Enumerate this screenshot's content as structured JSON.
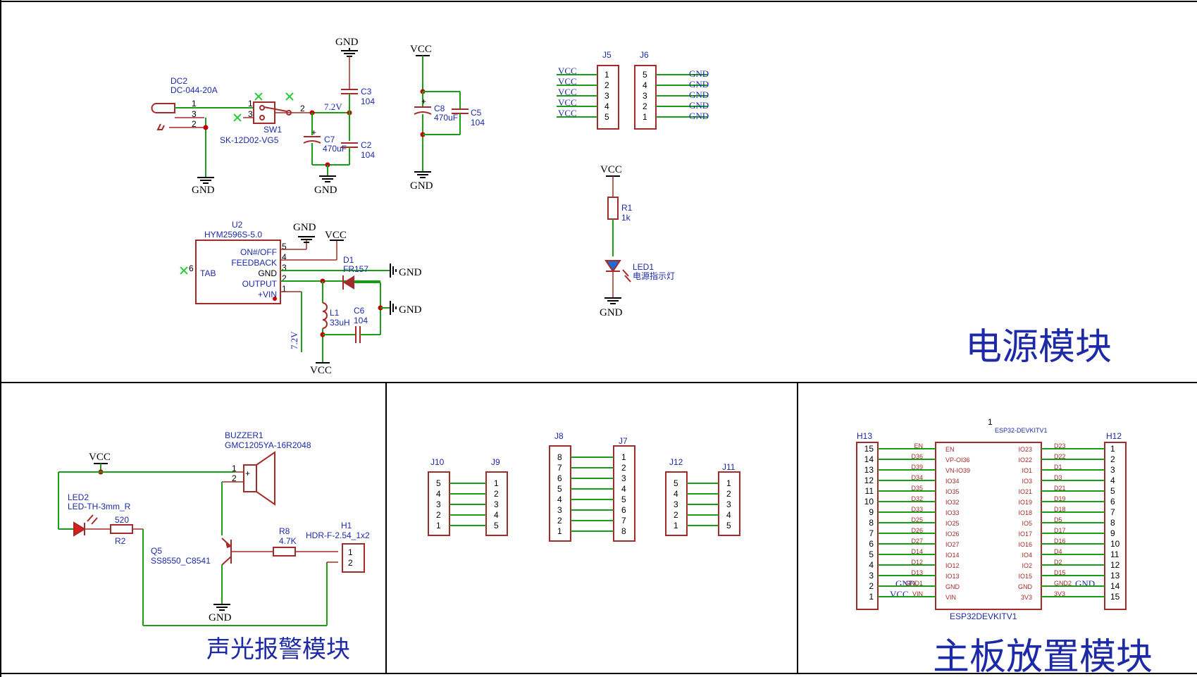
{
  "titles": {
    "power": "电源模块",
    "alarm": "声光报警模块",
    "board": "主板放置模块"
  },
  "power_labels": {
    "vcc": "VCC",
    "gnd": "GND",
    "net_72v": "7.2V"
  },
  "dc2": {
    "ref": "DC2",
    "value": "DC-044-20A",
    "pins": [
      "1",
      "3",
      "2"
    ]
  },
  "sw1": {
    "ref": "SW1",
    "value": "SK-12D02-VG5",
    "pins": [
      "1",
      "3",
      "2"
    ]
  },
  "c3": {
    "ref": "C3",
    "value": "104"
  },
  "c2": {
    "ref": "C2",
    "value": "104"
  },
  "c7": {
    "ref": "C7",
    "value": "470uF"
  },
  "c8": {
    "ref": "C8",
    "value": "470uF"
  },
  "c5": {
    "ref": "C5",
    "value": "104"
  },
  "c6": {
    "ref": "C6",
    "value": "104"
  },
  "j5": {
    "ref": "J5",
    "pins": [
      "1",
      "2",
      "3",
      "4",
      "5"
    ],
    "net": "VCC"
  },
  "j6": {
    "ref": "J6",
    "pins": [
      "5",
      "4",
      "3",
      "2",
      "1"
    ],
    "net": "GND"
  },
  "r1": {
    "ref": "R1",
    "value": "1k"
  },
  "led1": {
    "ref": "LED1",
    "value": "电源指示灯"
  },
  "u2": {
    "ref": "U2",
    "value": "HYM2596S-5.0",
    "pins": [
      {
        "name": "ON#/OFF",
        "num": "5"
      },
      {
        "name": "FEEDBACK",
        "num": "4"
      },
      {
        "name": "GND",
        "num": "3"
      },
      {
        "name": "OUTPUT",
        "num": "2"
      },
      {
        "name": "+VIN",
        "num": "1"
      }
    ],
    "tab_name": "TAB",
    "tab_num": "6"
  },
  "d1": {
    "ref": "D1",
    "value": "FR157"
  },
  "l1": {
    "ref": "L1",
    "value": "33uH"
  },
  "buzzer1": {
    "ref": "BUZZER1",
    "value": "GMC1205YA-16R2048",
    "pins": [
      "1",
      "2"
    ],
    "plus": "+"
  },
  "led2": {
    "ref": "LED2",
    "value": "LED-TH-3mm_R"
  },
  "r2": {
    "ref": "R2",
    "value": "520"
  },
  "q5": {
    "ref": "Q5",
    "value": "SS8550_C8541"
  },
  "r8": {
    "ref": "R8",
    "value": "4.7K"
  },
  "h1": {
    "ref": "H1",
    "value": "HDR-F-2.54_1x2",
    "pins": [
      "1",
      "2"
    ]
  },
  "j10": {
    "ref": "J10",
    "pins": [
      "5",
      "4",
      "3",
      "2",
      "1"
    ]
  },
  "j9": {
    "ref": "J9",
    "pins": [
      "1",
      "2",
      "3",
      "4",
      "5"
    ]
  },
  "j8": {
    "ref": "J8",
    "pins": [
      "8",
      "7",
      "6",
      "5",
      "4",
      "3",
      "2",
      "1"
    ]
  },
  "j7": {
    "ref": "J7",
    "pins": [
      "1",
      "2",
      "3",
      "4",
      "5",
      "6",
      "7",
      "8"
    ]
  },
  "j12": {
    "ref": "J12",
    "pins": [
      "5",
      "4",
      "3",
      "2",
      "1"
    ]
  },
  "j11": {
    "ref": "J11",
    "pins": [
      "1",
      "2",
      "3",
      "4",
      "5"
    ]
  },
  "h13": {
    "ref": "H13",
    "pins": [
      "15",
      "14",
      "13",
      "12",
      "11",
      "10",
      "9",
      "8",
      "7",
      "6",
      "5",
      "4",
      "3",
      "2",
      "1"
    ]
  },
  "h12": {
    "ref": "H12",
    "pins": [
      "1",
      "2",
      "3",
      "4",
      "5",
      "6",
      "7",
      "8",
      "9",
      "10",
      "11",
      "12",
      "13",
      "14",
      "15"
    ]
  },
  "esp32": {
    "ref": "1",
    "value": "ESP32DEVKITV1",
    "tag": "ESP32-DEVKITV1",
    "left_outer": [
      "EN",
      "D36",
      "D39",
      "D34",
      "D35",
      "D32",
      "D33",
      "D25",
      "D26",
      "D27",
      "D14",
      "D12",
      "D13",
      "GND1",
      "VIN"
    ],
    "left_inner": [
      "EN",
      "VP-OI36",
      "VN-IO39",
      "IO34",
      "IO35",
      "IO32",
      "IO33",
      "IO25",
      "IO26",
      "IO27",
      "IO14",
      "IO12",
      "IO13",
      "GND",
      "VIN"
    ],
    "right_inner": [
      "IO23",
      "IO22",
      "IO1",
      "IO3",
      "IO21",
      "IO19",
      "IO18",
      "IO5",
      "IO17",
      "IO16",
      "IO4",
      "IO2",
      "IO15",
      "GND",
      "3V3"
    ],
    "right_outer": [
      "D23",
      "D22",
      "D1",
      "D3",
      "D21",
      "D19",
      "D18",
      "D5",
      "D17",
      "D16",
      "D4",
      "D2",
      "D15",
      "GND2",
      "3V3"
    ],
    "gnd_net": "GND",
    "vcc_net": "VCC"
  },
  "colors": {
    "wire": "#1a9e1a",
    "component": "#a52a2a",
    "text": "#1d2aa8",
    "junction": "#c00000",
    "noconnect": "#2ecc40"
  }
}
